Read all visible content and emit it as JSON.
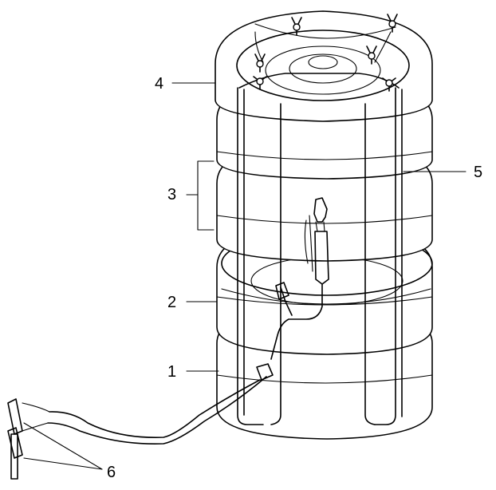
{
  "diagram": {
    "callouts": [
      {
        "id": "callout-1",
        "label": "1"
      },
      {
        "id": "callout-2",
        "label": "2"
      },
      {
        "id": "callout-3",
        "label": "3"
      },
      {
        "id": "callout-4",
        "label": "4"
      },
      {
        "id": "callout-5",
        "label": "5"
      },
      {
        "id": "callout-6",
        "label": "6"
      }
    ],
    "line_color": "#000000",
    "background": "#ffffff"
  }
}
